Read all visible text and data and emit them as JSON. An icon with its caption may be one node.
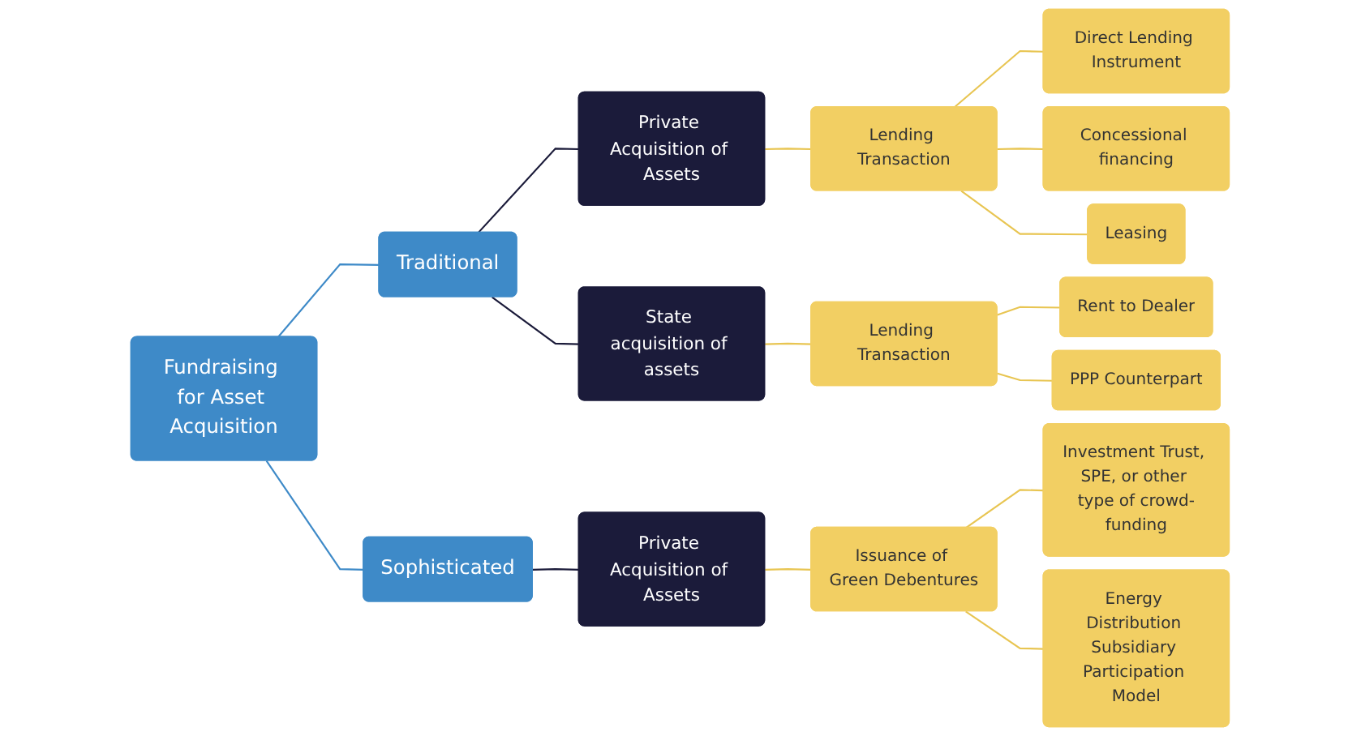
{
  "diagram": {
    "nodes": [
      {
        "text": [
          "Fundraising for Asset Acquisition"
        ]
      },
      {
        "text": [
          "Traditional"
        ]
      },
      {
        "text": [
          "Sophisticated"
        ]
      },
      {
        "text": [
          "Private Acquisition of Assets"
        ]
      },
      {
        "text": [
          "State acquisition of assets"
        ]
      },
      {
        "text": [
          "Private Acquisition of Assets"
        ]
      },
      {
        "text": [
          "Lending Transaction"
        ]
      },
      {
        "text": [
          "Lending Transaction"
        ]
      },
      {
        "text": [
          "Issuance of Green Debentures"
        ]
      },
      {
        "text": [
          "Direct Lending Instrument"
        ]
      },
      {
        "text": [
          "Concessional financing"
        ]
      },
      {
        "text": [
          "Leasing"
        ]
      },
      {
        "text": [
          "Rent to Dealer"
        ]
      },
      {
        "text": [
          "PPP Counterpart"
        ]
      },
      {
        "text": [
          "Investment Trust, SPE, or other type of crowd-funding"
        ]
      },
      {
        "text": [
          "Energy Distribution Subsidiary Participation Model"
        ]
      }
    ],
    "edges": [
      {
        "from": 0,
        "to": 1,
        "arrow": "none",
        "color": "#3e8ac8"
      },
      {
        "from": 0,
        "to": 2,
        "arrow": "none",
        "color": "#3e8ac8"
      },
      {
        "from": 1,
        "to": 3,
        "arrow": "none",
        "color": "#1b1b3a"
      },
      {
        "from": 1,
        "to": 4,
        "arrow": "none",
        "color": "#1b1b3a"
      },
      {
        "from": 2,
        "to": 5,
        "arrow": "none",
        "color": "#1b1b3a"
      },
      {
        "from": 3,
        "to": 6,
        "arrow": "none"
      },
      {
        "from": 4,
        "to": 7,
        "arrow": "none"
      },
      {
        "from": 5,
        "to": 8,
        "arrow": "none"
      },
      {
        "from": 6,
        "to": 9,
        "arrow": "none"
      },
      {
        "from": 6,
        "to": 10,
        "arrow": "none"
      },
      {
        "from": 6,
        "to": 11,
        "arrow": "none"
      },
      {
        "from": 7,
        "to": 12,
        "arrow": "none"
      },
      {
        "from": 7,
        "to": 13,
        "arrow": "none"
      },
      {
        "from": 8,
        "to": 14,
        "arrow": "none"
      },
      {
        "from": 8,
        "to": 15,
        "arrow": "none"
      }
    ]
  }
}
